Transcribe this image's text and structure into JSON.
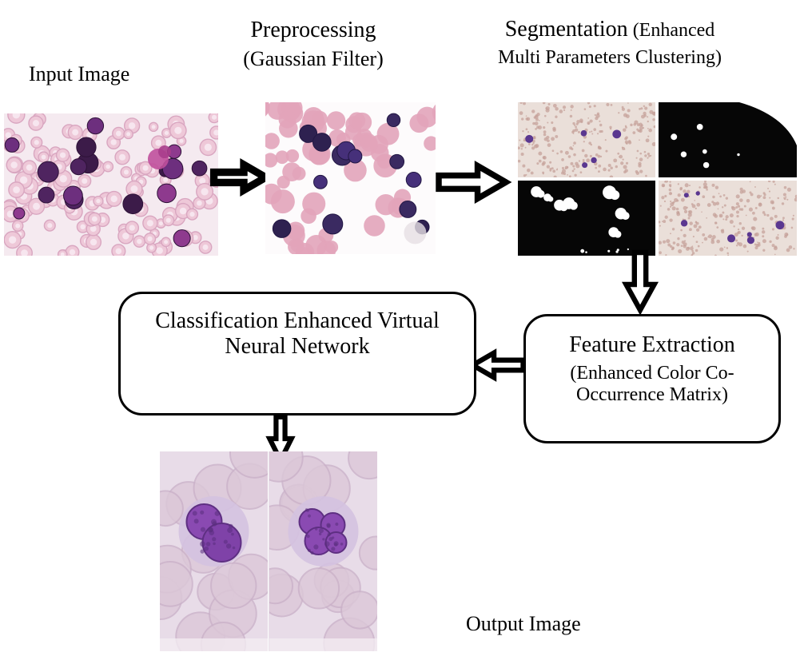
{
  "palette": {
    "arrow_outline": "#000000",
    "box_border": "#000000",
    "background": "#ffffff",
    "wbc_purple": "#8a4ab2",
    "rbc_pink": "#eec8d8"
  },
  "labels": {
    "input_image": "Input Image",
    "preprocessing_l1": "Preprocessing",
    "preprocessing_l2": "(Gaussian Filter)",
    "segmentation_title": "Segmentation",
    "segmentation_paren": " (Enhanced",
    "segmentation_l2": "Multi Parameters Clustering)",
    "output_image": "Output Image"
  },
  "nodes": {
    "classification_l1": "Classification Enhanced Virtual",
    "classification_l2": "Neural Network",
    "feature_title": "Feature Extraction",
    "feature_sub_l1": "(Enhanced Color Co-",
    "feature_sub_l2": "Occurrence Matrix)"
  },
  "images": {
    "input": "blood-smear-micrograph",
    "preprocessed": "gaussian-filtered-smear",
    "segmentation": [
      "clustered-pink-result",
      "binary-mask-sparse",
      "binary-mask-blobs",
      "clustered-pink-result-2"
    ],
    "output": [
      "white-cell-closeup-left",
      "white-cell-closeup-right"
    ]
  }
}
